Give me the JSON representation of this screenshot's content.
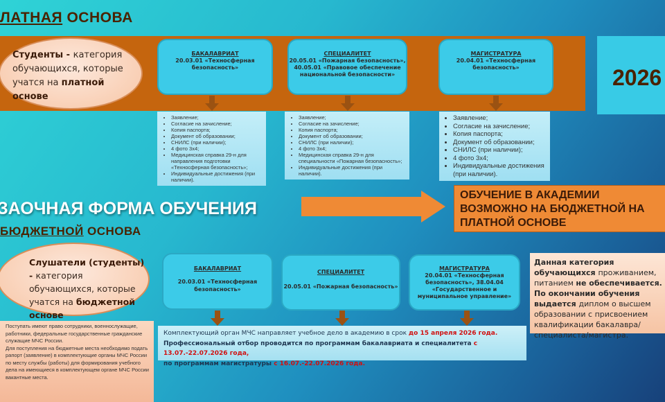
{
  "paid": {
    "title_underlined": "ЛАТНАЯ",
    "title_rest": " ОСНОВА",
    "ellipse": {
      "bold": "Студенты - ",
      "text": "категория обучающихся, которые учатся на ",
      "bold_end": "платной основе"
    },
    "programs": [
      {
        "title": "БАКАЛАВРИАТ",
        "text": "20.03.01 «Техносферная безопасность»"
      },
      {
        "title": "СПЕЦИАЛИТЕТ",
        "text": "20.05.01 «Пожарная безопасность», 40.05.01 «Правовое обеспечение национальной безопасности»"
      },
      {
        "title": "МАГИСТРАТУРА",
        "text": "20.04.01 «Техносферная безопасность»"
      }
    ],
    "docs": [
      [
        "Заявление;",
        "Согласие на зачисление;",
        "Копия паспорта;",
        "Документ об образовании;",
        "СНИЛС (при наличии);",
        "4 фото 3х4;",
        "Медицинская справка 29-н для направления подготовки «Техносферная безопасность»;",
        "Индивидуальные достижения (при наличии)."
      ],
      [
        "Заявление;",
        "Согласие на зачисление;",
        "Копия паспорта;",
        "Документ об образовании;",
        "СНИЛС (при наличии);",
        "4 фото 3х4;",
        "Медицинская справка 29-н для специальности «Пожарная безопасность»;",
        "Индивидуальные достижения (при наличии)."
      ],
      [
        "Заявление;",
        "Согласие на зачисление;",
        "Копия паспорта;",
        "Документ об образовании;",
        "СНИЛС (при наличии);",
        "4 фото 3х4;",
        "Индивидуальные достижения (при наличии)."
      ]
    ],
    "year": "2026"
  },
  "form_title": "ЗАОЧНАЯ ФОРМА ОБУЧЕНИЯ",
  "notice": "ОБУЧЕНИЕ В АКАДЕМИИ ВОЗМОЖНО НА БЮДЖЕТНОЙ НА ПЛАТНОЙ ОСНОВЕ",
  "budget": {
    "title_underlined": "БЮДЖЕТНОЙ",
    "title_rest": " ОСНОВА",
    "ellipse": {
      "bold": "Слушатели (студенты) - ",
      "text": "категория обучающихся, которые учатся на ",
      "bold_end": "бюджетной основе"
    },
    "programs": [
      {
        "title": "БАКАЛАВРИАТ",
        "text": "20.03.01 «Техносферная безопасность»"
      },
      {
        "title": "СПЕЦИАЛИТЕТ",
        "text": "20.05.01 «Пожарная безопасность»"
      },
      {
        "title": "МАГИСТРАТУРА",
        "text": "20.04.01 «Техносферная безопасность», 38.04.04 «Государственное и муниципальное управление»"
      }
    ],
    "info": {
      "b1": "Данная категория обучающихся ",
      "t1": "проживанием, питанием ",
      "b2": "не обеспечивается. По окончании обучения выдается ",
      "t2": "диплом о высшем образовании с присвоением квалификации бакалавра/специалиста/магистра."
    },
    "deadline": {
      "l1": "Комплектующий орган МЧС направляет учебное дело в академию в срок ",
      "l1r": "до 15 апреля 2026 года.",
      "l2": "Профессиональный отбор проводится по программам бакалавриата и специалитета ",
      "l2r": "с 13.07.-22.07.2026 года,",
      "l3": "по программам магистратуры ",
      "l3r": "с 16.07.-22.07.2026 года."
    },
    "eligibility": "Поступать имеют право сотрудники, военнослужащие, работники, федеральные государственные гражданские служащие МЧС России.",
    "procedure": "Для поступления на бюджетные места необходимо подать рапорт (заявление) в комплектующие органы МЧС России по месту службы (работы) для формирования учебного дела на имеющиеся в комплектующем органе МЧС России вакантные места."
  }
}
